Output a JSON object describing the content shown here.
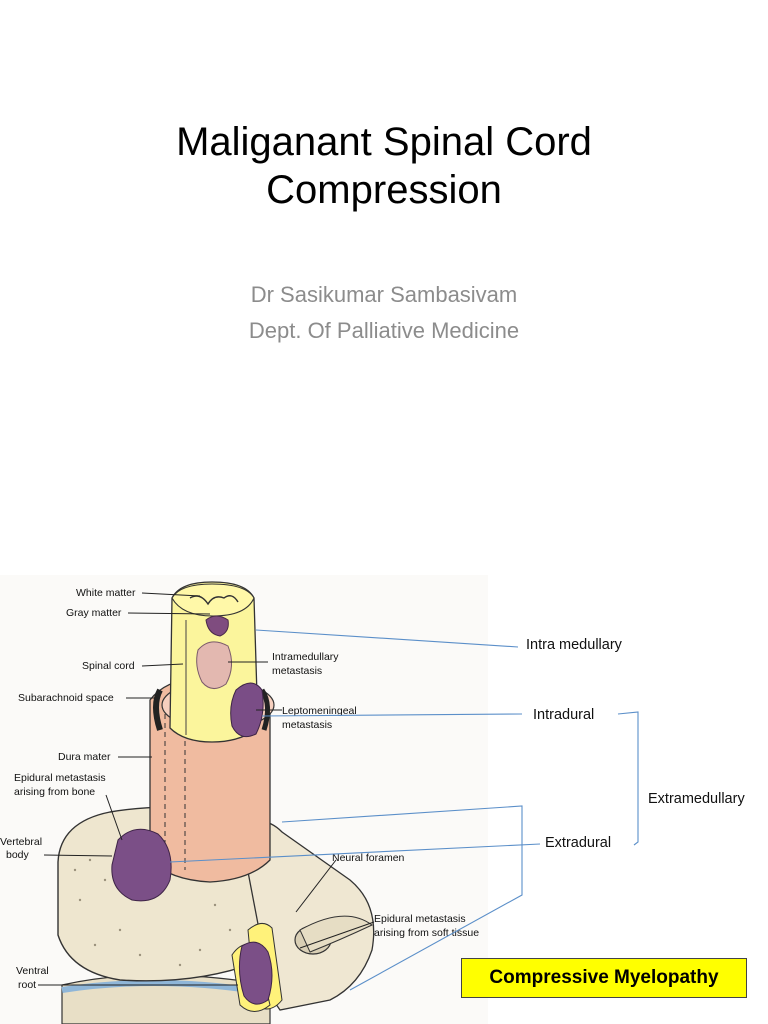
{
  "slide": {
    "title_line1": "Maliganant Spinal Cord",
    "title_line2": "Compression",
    "author": "Dr Sasikumar Sambasivam",
    "department": "Dept. Of Palliative Medicine"
  },
  "figure": {
    "labels": {
      "white_matter": "White matter",
      "gray_matter": "Gray matter",
      "spinal_cord": "Spinal cord",
      "subarachnoid_space": "Subarachnoid space",
      "dura_mater": "Dura mater",
      "epidural_bone_1": "Epidural metastasis",
      "epidural_bone_2": "arising from bone",
      "vertebral_body_1": "Vertebral",
      "vertebral_body_2": "body",
      "intramedullary_1": "Intramedullary",
      "intramedullary_2": "metastasis",
      "leptomeningeal_1": "Leptomeningeal",
      "leptomeningeal_2": "metastasis",
      "neural_foramen": "Neural foramen",
      "epidural_soft_1": "Epidural metastasis",
      "epidural_soft_2": "arising from soft tissue",
      "ventral_root_1": "Ventral",
      "ventral_root_2": "root"
    },
    "categories": {
      "intra_medullary": "Intra medullary",
      "intradural": "Intradural",
      "extramedullary": "Extramedullary",
      "extradural": "Extradural"
    },
    "highlight": "Compressive Myelopathy"
  }
}
